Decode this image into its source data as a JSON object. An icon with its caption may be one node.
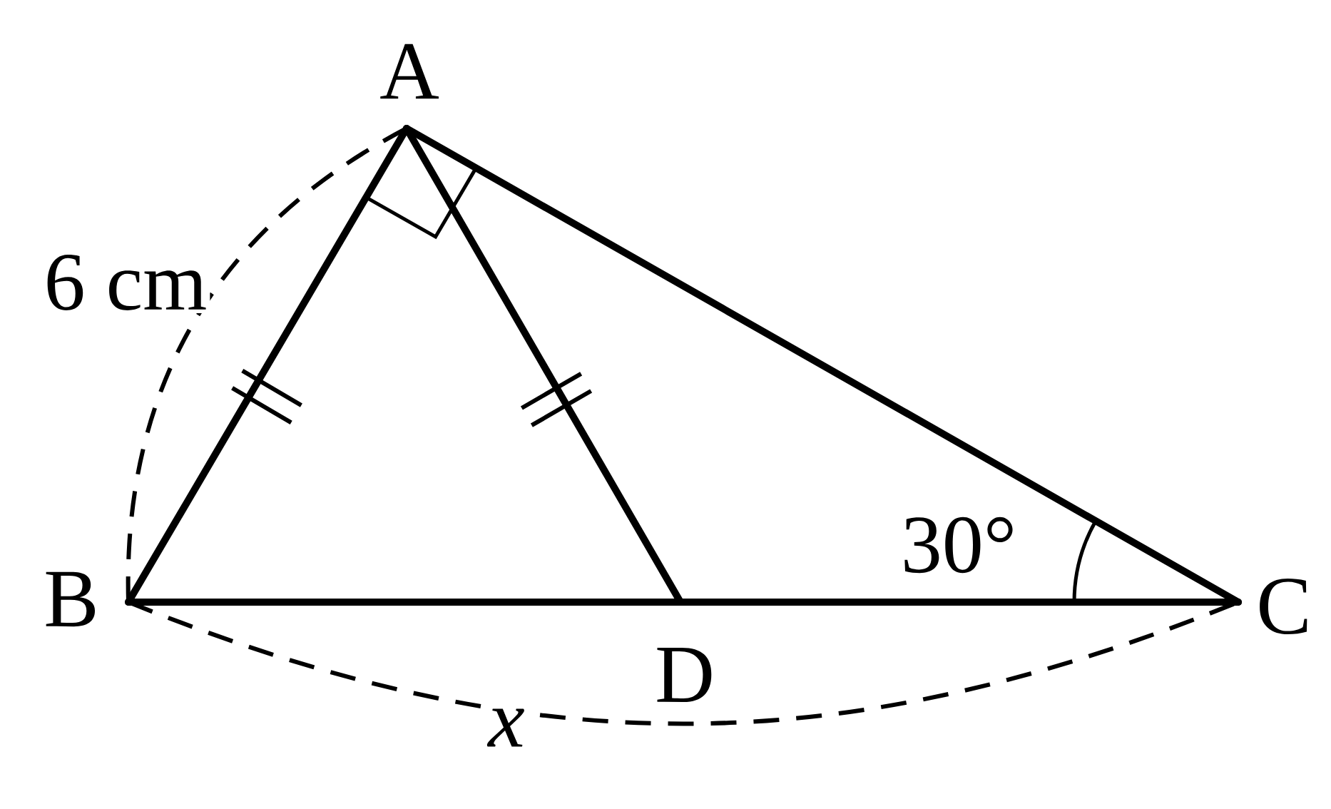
{
  "diagram": {
    "nodes": [
      {
        "text": [
          "A"
        ]
      },
      {
        "text": [
          "B"
        ]
      },
      {
        "text": [
          "C"
        ]
      },
      {
        "text": [
          "D"
        ]
      }
    ],
    "edges": [
      {
        "from": 0,
        "to": 1,
        "arrow": "none"
      },
      {
        "from": 0,
        "to": 3,
        "arrow": "none"
      },
      {
        "from": 0,
        "to": 2,
        "arrow": "none"
      },
      {
        "from": 1,
        "to": 3,
        "arrow": "none"
      },
      {
        "from": 3,
        "to": 2,
        "arrow": "none"
      }
    ],
    "labels": [
      "6 cm",
      "30°",
      "x"
    ]
  }
}
